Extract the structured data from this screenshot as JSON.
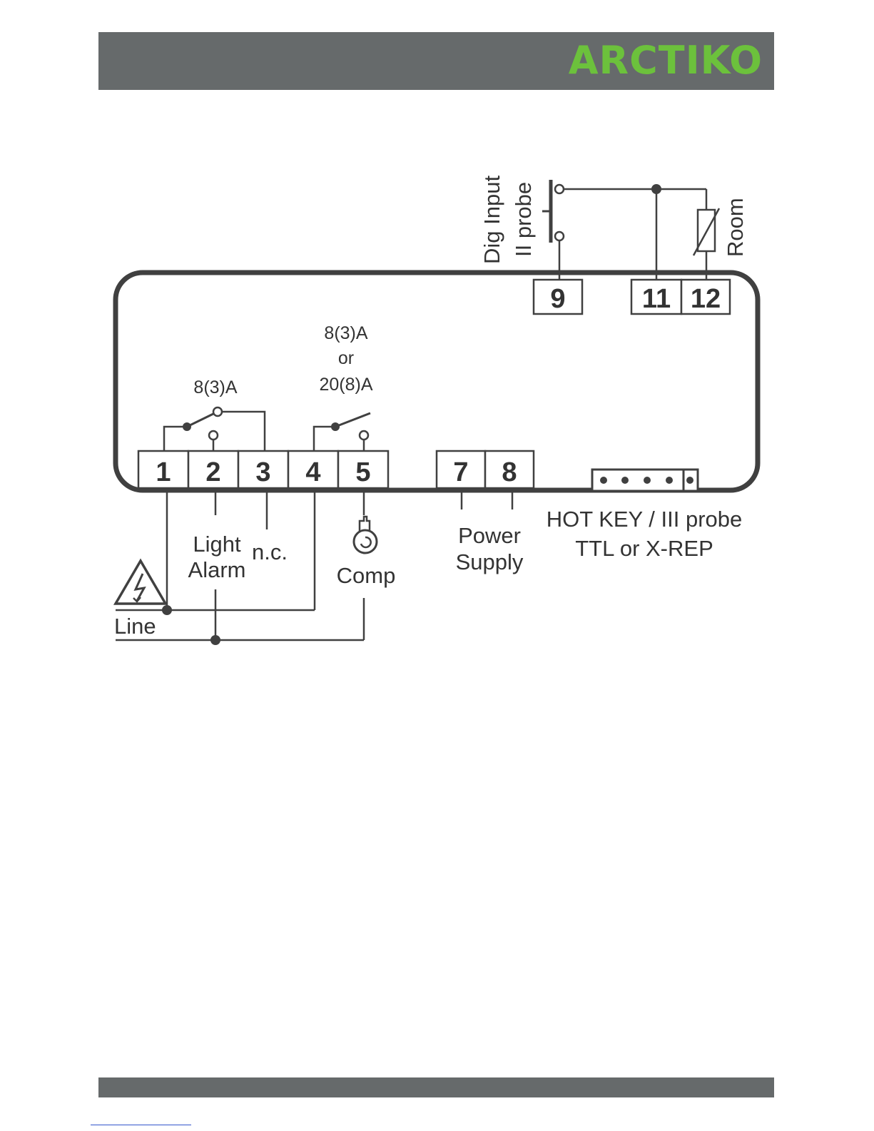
{
  "header": {
    "brand": "ARCTIKO",
    "brand_color": "#6cc13c",
    "bar_color": "#666a6b"
  },
  "diagram": {
    "terminals": {
      "t1": "1",
      "t2": "2",
      "t3": "3",
      "t4": "4",
      "t5": "5",
      "t7": "7",
      "t8": "8",
      "t9": "9",
      "t11": "11",
      "t12": "12"
    },
    "labels": {
      "relay1_rating": "8(3)A",
      "relay2_rating_1": "8(3)A",
      "relay2_rating_2": "or",
      "relay2_rating_3": "20(8)A",
      "dig_input_1": "Dig Input",
      "dig_input_2": "II probe",
      "room": "Room",
      "light_1": "Light",
      "light_2": "Alarm",
      "nc": "n.c.",
      "comp": "Comp",
      "power_1": "Power",
      "power_2": "Supply",
      "hotkey_1": "HOT KEY / III probe",
      "hotkey_2": "TTL or X-REP",
      "line": "Line"
    },
    "icons": [
      "high-voltage-warning-icon",
      "compressor-icon",
      "thermistor-icon"
    ]
  }
}
